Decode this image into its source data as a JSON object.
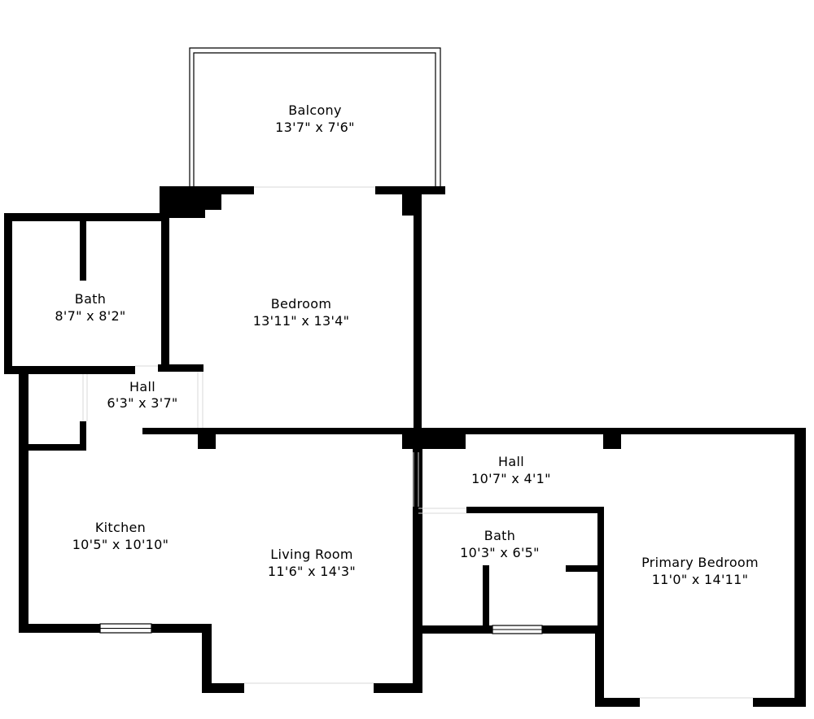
{
  "rooms": [
    {
      "id": "balcony",
      "name": "Balcony",
      "dims": "13'7\" x 7'6\""
    },
    {
      "id": "bedroom",
      "name": "Bedroom",
      "dims": "13'11\" x 13'4\""
    },
    {
      "id": "bath1",
      "name": "Bath",
      "dims": "8'7\" x 8'2\""
    },
    {
      "id": "hall1",
      "name": "Hall",
      "dims": "6'3\" x 3'7\""
    },
    {
      "id": "kitchen",
      "name": "Kitchen",
      "dims": "10'5\" x 10'10\""
    },
    {
      "id": "living",
      "name": "Living Room",
      "dims": "11'6\" x 14'3\""
    },
    {
      "id": "hall2",
      "name": "Hall",
      "dims": "10'7\" x 4'1\""
    },
    {
      "id": "bath2",
      "name": "Bath",
      "dims": "10'3\" x 6'5\""
    },
    {
      "id": "primary",
      "name": "Primary Bedroom",
      "dims": "11'0\" x 14'11\""
    }
  ]
}
